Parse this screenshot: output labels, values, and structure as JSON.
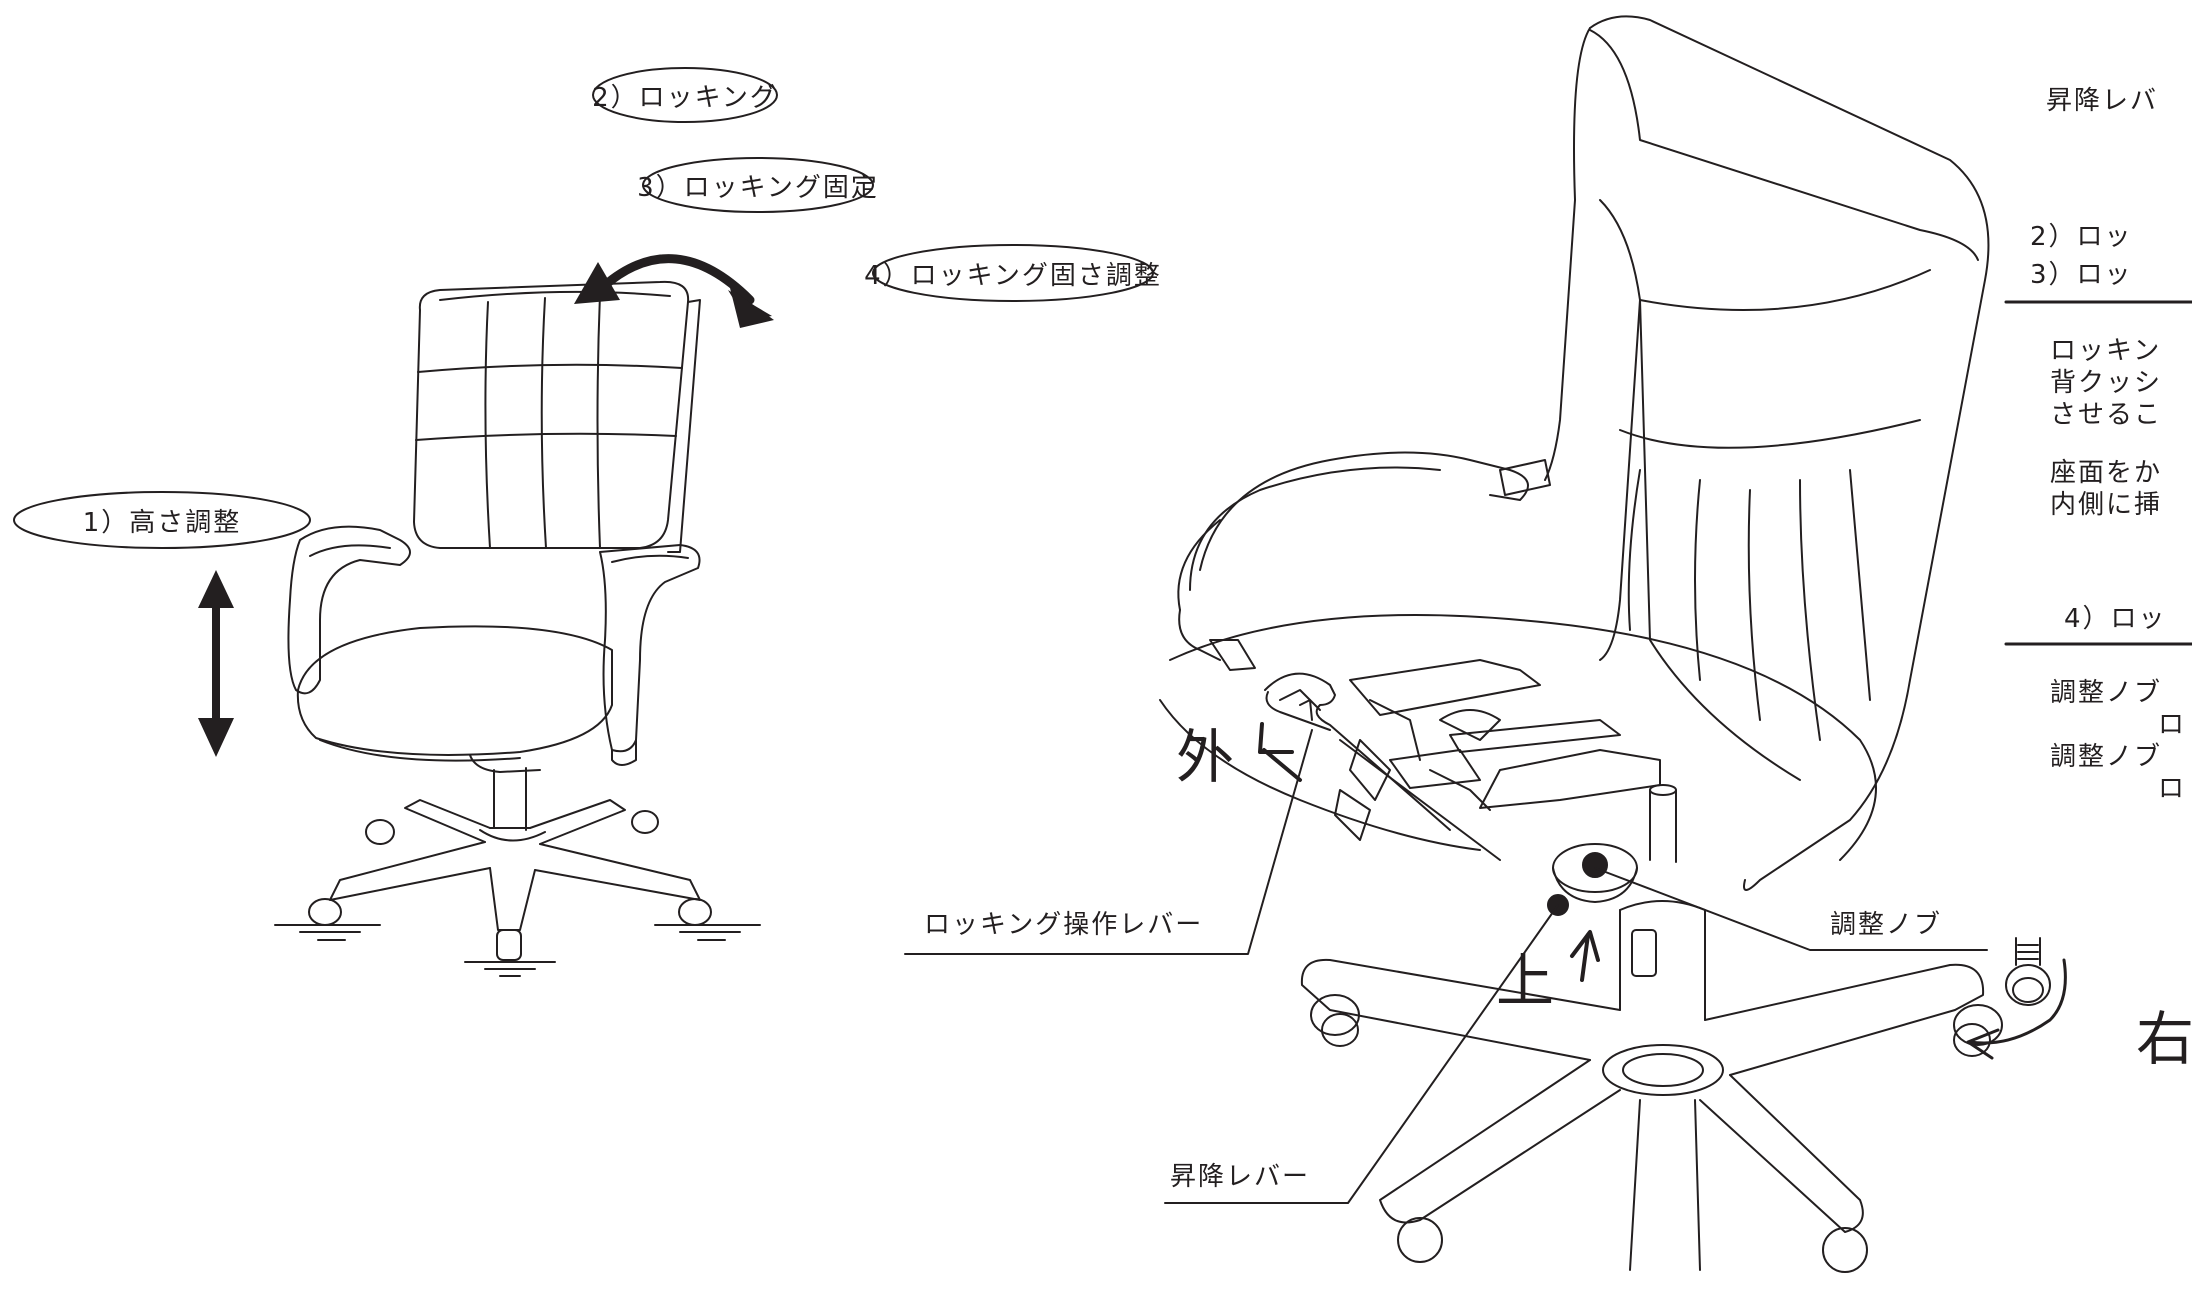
{
  "callouts": {
    "lift_height": "1）高さ調整",
    "rocking": "2）ロッキング",
    "rocking_lock": "3）ロッキング固定",
    "rocking_tension": "4）ロッキング固さ調整"
  },
  "labels": {
    "rocking_lever": "ロッキング操作レバー",
    "adjust_knob": "調整ノブ",
    "lift_lever": "昇降レバー",
    "outward": "外",
    "up": "上",
    "right": "右"
  },
  "instructions": {
    "lift_heading": "昇降レバ",
    "rocking_heading_a": "2）ロッ",
    "rocking_heading_b": "3）ロッ",
    "rocking_text_1": "ロッキン",
    "rocking_text_2": "背クッシ",
    "rocking_text_3": "させるこ",
    "rocking_text_4": "座面をか",
    "rocking_text_5": "内側に挿",
    "tension_heading": "4）ロッ",
    "tension_text_1": "調整ノブ",
    "tension_text_2": "ロ",
    "tension_text_3": "調整ノブ",
    "tension_text_4": "ロ"
  },
  "colors": {
    "ink": "#231f20",
    "background": "#ffffff"
  }
}
